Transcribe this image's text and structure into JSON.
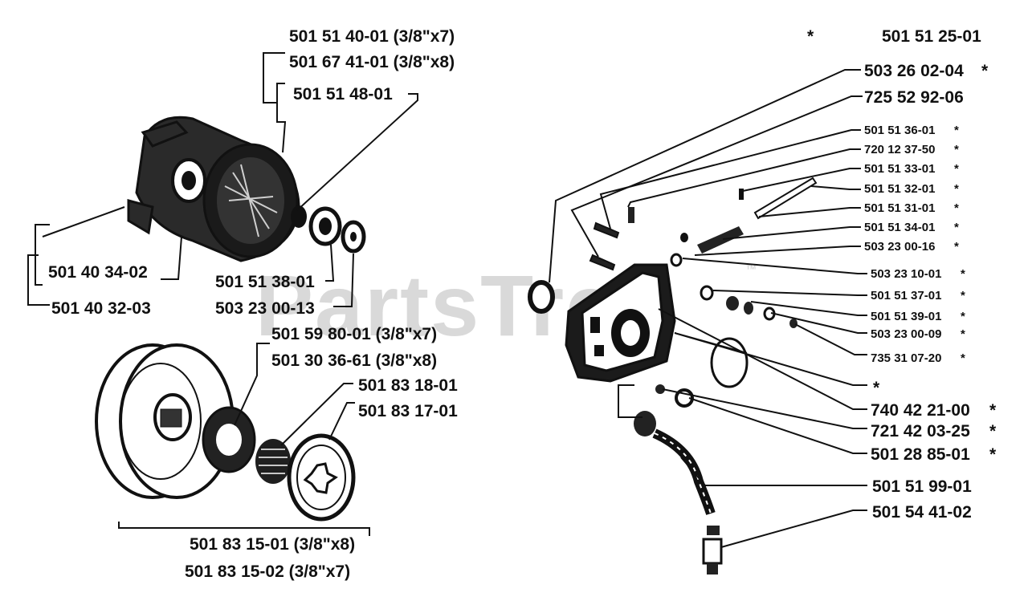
{
  "watermark": "PartsTree",
  "watermark_tm": "™",
  "left_labels": {
    "l1": "501 51 40-01 (3/8\"x7)",
    "l2": "501 67 41-01 (3/8\"x8)",
    "l3": "501 51 48-01",
    "l4": "501 40 34-02",
    "l5": "501 40 32-03",
    "l6": "501 51 38-01",
    "l7": "503 23 00-13",
    "l8": "501 59 80-01 (3/8\"x7)",
    "l9": "501 30 36-61 (3/8\"x8)",
    "l10": "501 83 18-01",
    "l11": "501 83 17-01",
    "l12": "501 83 15-01 (3/8\"x8)",
    "l13": "501 83 15-02 (3/8\"x7)"
  },
  "right_labels": {
    "r1": "501 51 25-01",
    "r2": "503 26 02-04",
    "r3": "725 52 92-06",
    "r4": "501 51 36-01",
    "r5": "720 12 37-50",
    "r6": "501 51 33-01",
    "r7": "501 51 32-01",
    "r8": "501 51 31-01",
    "r9": "501 51 34-01",
    "r10": "503 23 00-16",
    "r11": "503 23 10-01",
    "r12": "501 51 37-01",
    "r13": "501 51 39-01",
    "r14": "503 23 00-09",
    "r15": "735 31 07-20",
    "r16": "740 42 21-00",
    "r17": "721 42 03-25",
    "r18": "501 28 85-01",
    "r19": "501 51 99-01",
    "r20": "501 54 41-02"
  },
  "star": "*"
}
